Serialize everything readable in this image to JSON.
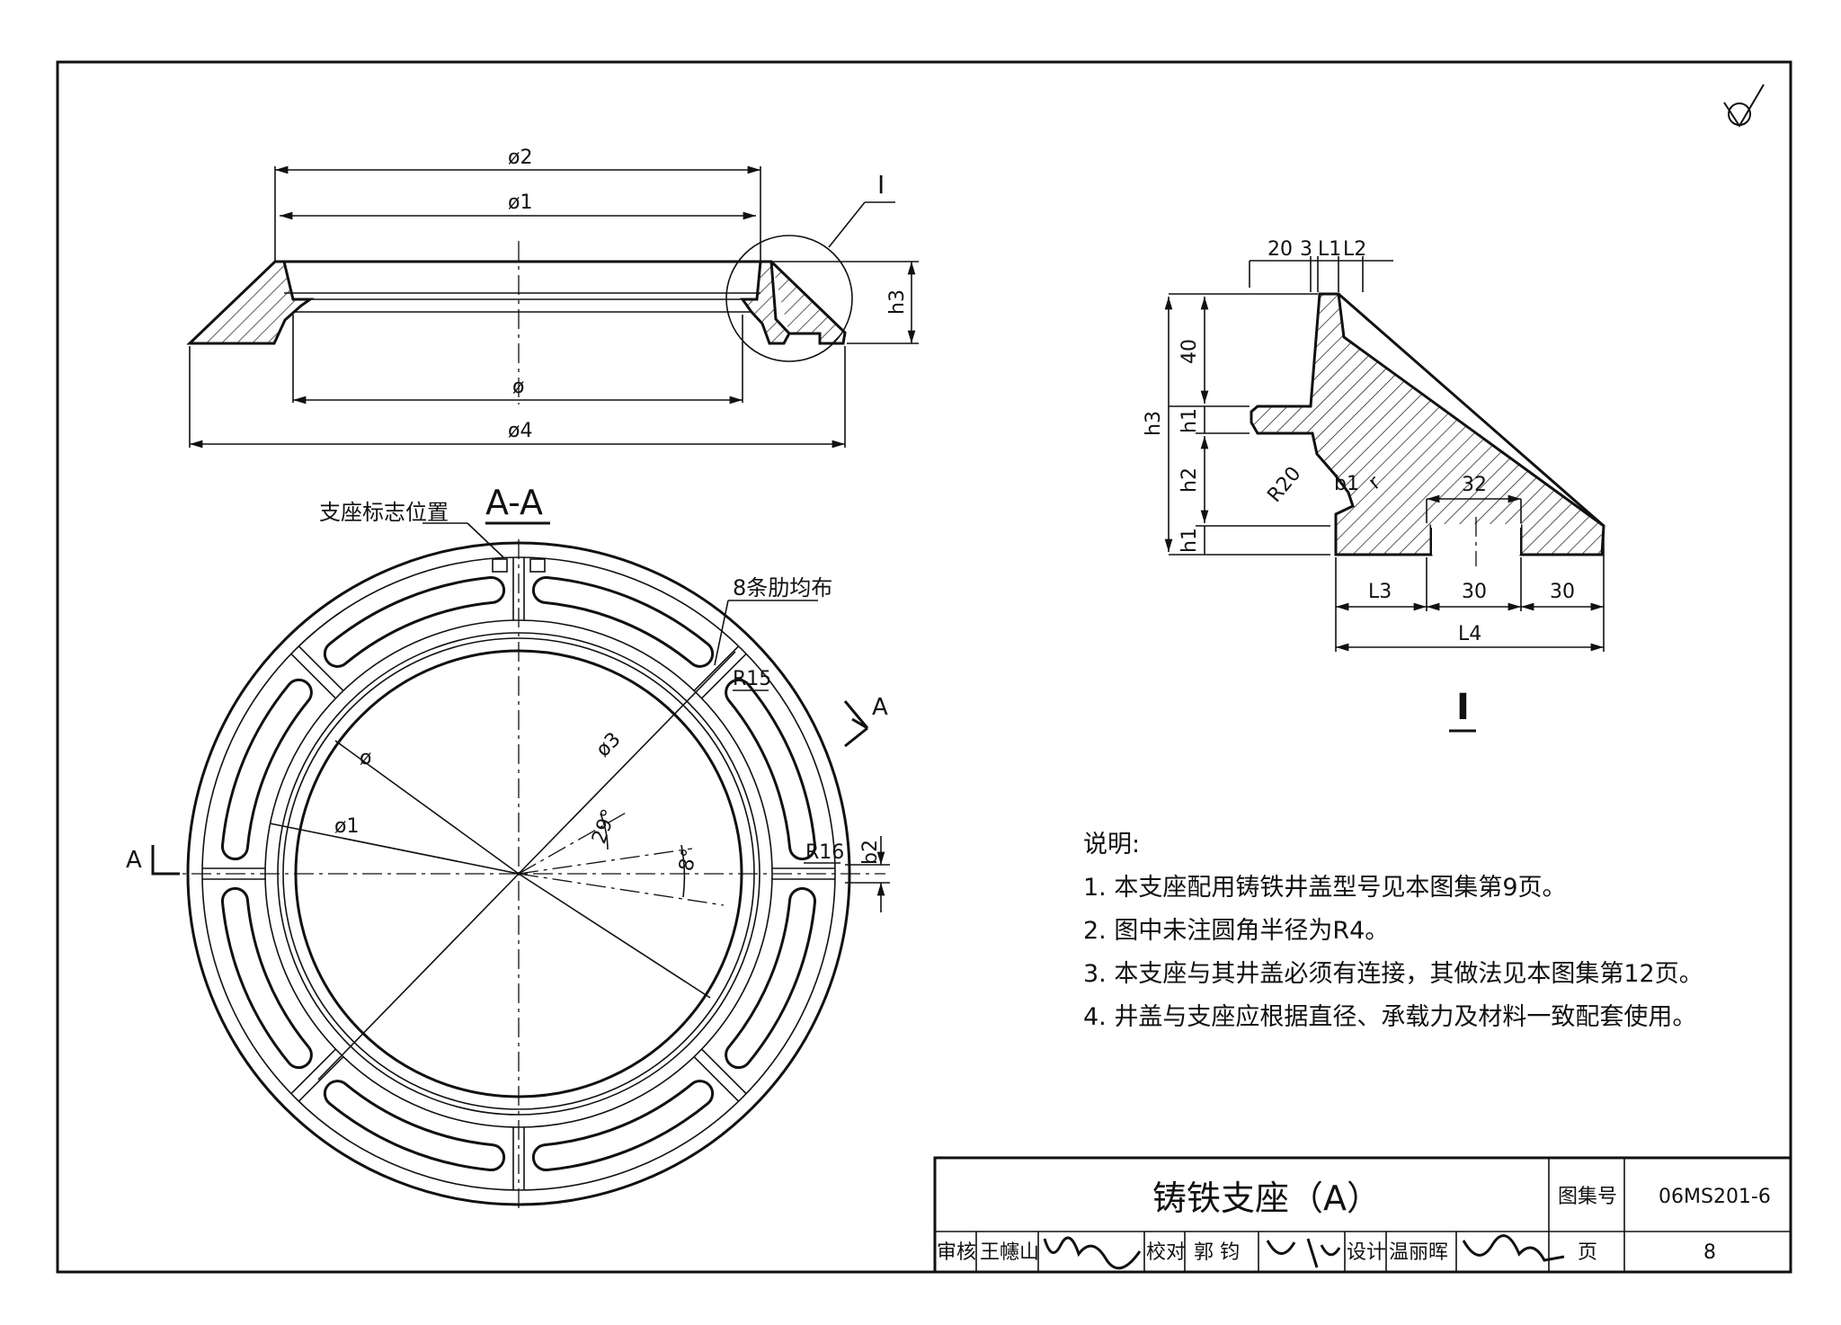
{
  "labels": {
    "phi2": "ø2",
    "phi1": "ø1",
    "phi": "ø",
    "phi4": "ø4",
    "phi3": "ø3",
    "detail_ref": "I",
    "h3": "h3",
    "section_title": "A-A",
    "marker_position": "支座标志位置",
    "ribs": "8条肋均布",
    "r15": "R15",
    "r16": "R16",
    "b2": "b2",
    "angle29": "29°",
    "angle8": "8°",
    "section_A": "A",
    "detail_title": "I"
  },
  "detail_dims": {
    "top": [
      "20",
      "3",
      "L1",
      "L2"
    ],
    "d40": "40",
    "h3": "h3",
    "h1": "h1",
    "h2": "h2",
    "h1b": "h1",
    "r20": "R20",
    "b1": "b1",
    "r": "r",
    "d32": "32",
    "L3": "L3",
    "d30a": "30",
    "d30b": "30",
    "L4": "L4"
  },
  "notes": {
    "title": "说明:",
    "items": [
      "1. 本支座配用铸铁井盖型号见本图集第9页。",
      "2. 图中未注圆角半径为R4。",
      "3. 本支座与其井盖必须有连接，其做法见本图集第12页。",
      "4. 井盖与支座应根据直径、承载力及材料一致配套使用。"
    ]
  },
  "title_block": {
    "drawing_title": "铸铁支座（A）",
    "atlas_label": "图集号",
    "atlas_no": "06MS201-6",
    "review_label": "审核",
    "reviewer": "王幰山",
    "check_label": "校对",
    "checker": "郭 钧",
    "design_label": "设计",
    "designer": "温丽晖",
    "page_label": "页",
    "page_no": "8"
  }
}
